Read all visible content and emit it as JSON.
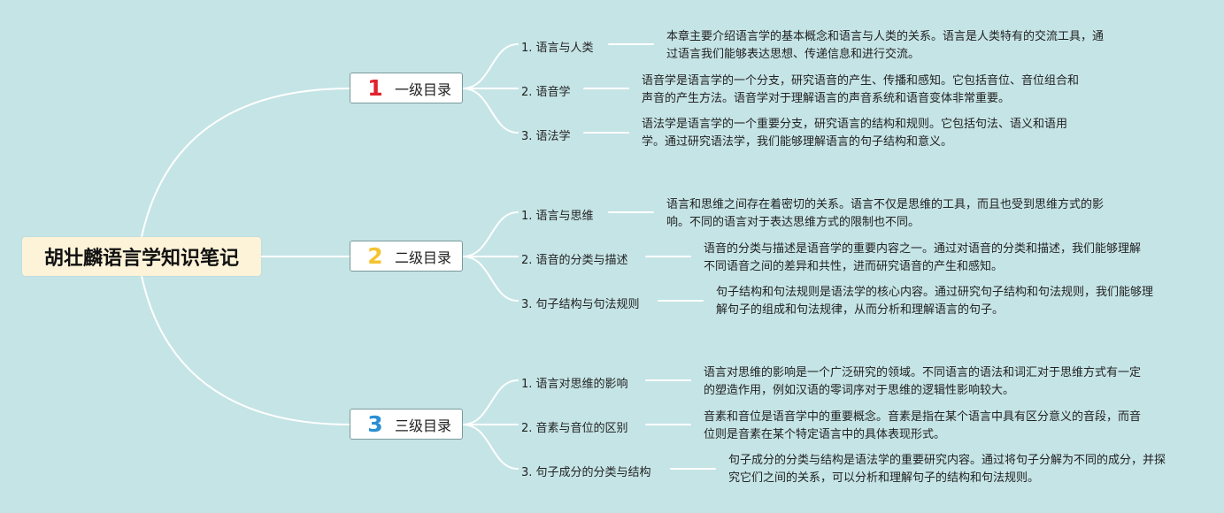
{
  "root": {
    "title": "胡壮麟语言学知识笔记"
  },
  "branches": [
    {
      "number": "1",
      "label": "一级目录",
      "color": "#e0222d",
      "children": [
        {
          "title": "1. 语言与人类",
          "desc": "本章主要介绍语言学的基本概念和语言与人类的关系。语言是人类特有的交流工具，通过语言我们能够表达思想、传递信息和进行交流。"
        },
        {
          "title": "2. 语音学",
          "desc": "语音学是语言学的一个分支，研究语音的产生、传播和感知。它包括音位、音位组合和声音的产生方法。语音学对于理解语言的声音系统和语音变体非常重要。"
        },
        {
          "title": "3. 语法学",
          "desc": "语法学是语言学的一个重要分支，研究语言的结构和规则。它包括句法、语义和语用学。通过研究语法学，我们能够理解语言的句子结构和意义。"
        }
      ]
    },
    {
      "number": "2",
      "label": "二级目录",
      "color": "#f4c330",
      "children": [
        {
          "title": "1. 语言与思维",
          "desc": "语言和思维之间存在着密切的关系。语言不仅是思维的工具，而且也受到思维方式的影响。不同的语言对于表达思维方式的限制也不同。"
        },
        {
          "title": "2. 语音的分类与描述",
          "desc": "语音的分类与描述是语音学的重要内容之一。通过对语音的分类和描述，我们能够理解不同语音之间的差异和共性，进而研究语音的产生和感知。"
        },
        {
          "title": "3. 句子结构与句法规则",
          "desc": "句子结构和句法规则是语法学的核心内容。通过研究句子结构和句法规则，我们能够理解句子的组成和句法规律，从而分析和理解语言的句子。"
        }
      ]
    },
    {
      "number": "3",
      "label": "三级目录",
      "color": "#2a8fd4",
      "children": [
        {
          "title": "1. 语言对思维的影响",
          "desc": "语言对思维的影响是一个广泛研究的领域。不同语言的语法和词汇对于思维方式有一定的塑造作用，例如汉语的零词序对于思维的逻辑性影响较大。"
        },
        {
          "title": "2. 音素与音位的区别",
          "desc": "音素和音位是语音学中的重要概念。音素是指在某个语言中具有区分意义的音段，而音位则是音素在某个特定语言中的具体表现形式。"
        },
        {
          "title": "3. 句子成分的分类与结构",
          "desc": "句子成分的分类与结构是语法学的重要研究内容。通过将句子分解为不同的成分，并探究它们之间的关系，可以分析和理解句子的结构和句法规则。"
        }
      ]
    }
  ]
}
